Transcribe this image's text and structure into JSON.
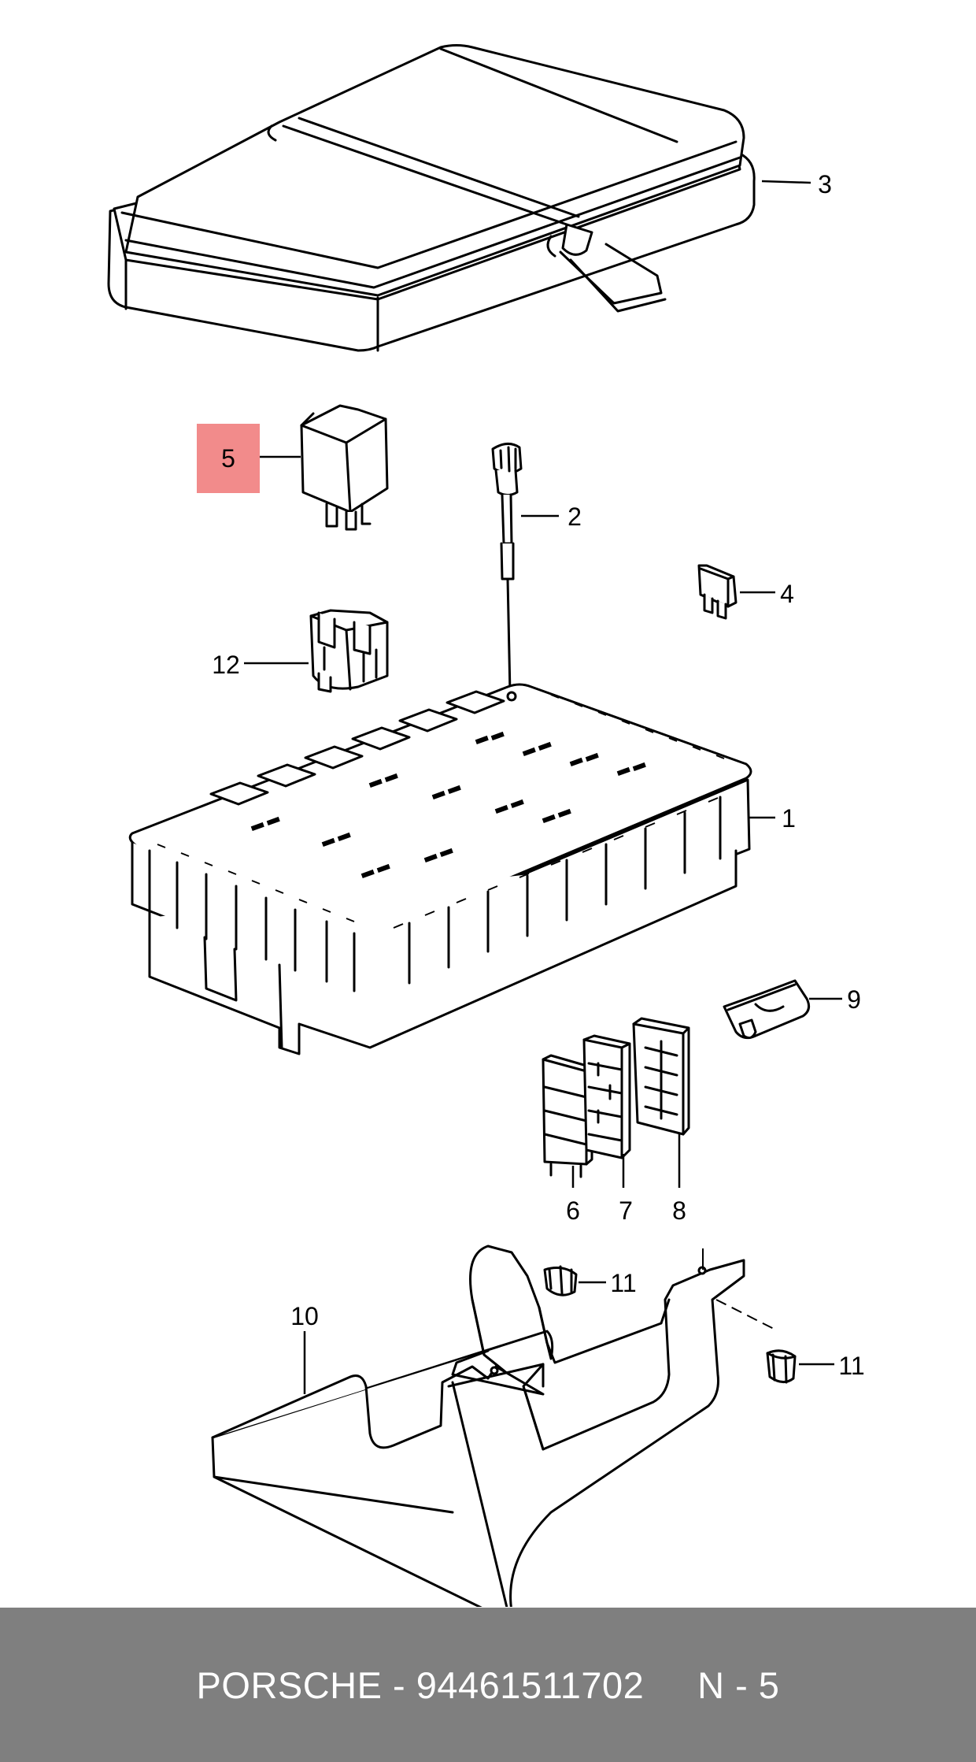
{
  "diagram": {
    "callouts": [
      {
        "id": "1",
        "label": "1"
      },
      {
        "id": "2",
        "label": "2"
      },
      {
        "id": "3",
        "label": "3"
      },
      {
        "id": "4",
        "label": "4"
      },
      {
        "id": "5",
        "label": "5",
        "highlighted": true
      },
      {
        "id": "6",
        "label": "6"
      },
      {
        "id": "7",
        "label": "7"
      },
      {
        "id": "8",
        "label": "8"
      },
      {
        "id": "9",
        "label": "9"
      },
      {
        "id": "10",
        "label": "10"
      },
      {
        "id": "11a",
        "label": "11"
      },
      {
        "id": "11b",
        "label": "11"
      },
      {
        "id": "12",
        "label": "12"
      }
    ],
    "highlight_color": "#f28b8b"
  },
  "footer": {
    "text": "PORSCHE - 94461511702     N - 5",
    "background": "#7f7f7f",
    "color": "#ffffff"
  }
}
